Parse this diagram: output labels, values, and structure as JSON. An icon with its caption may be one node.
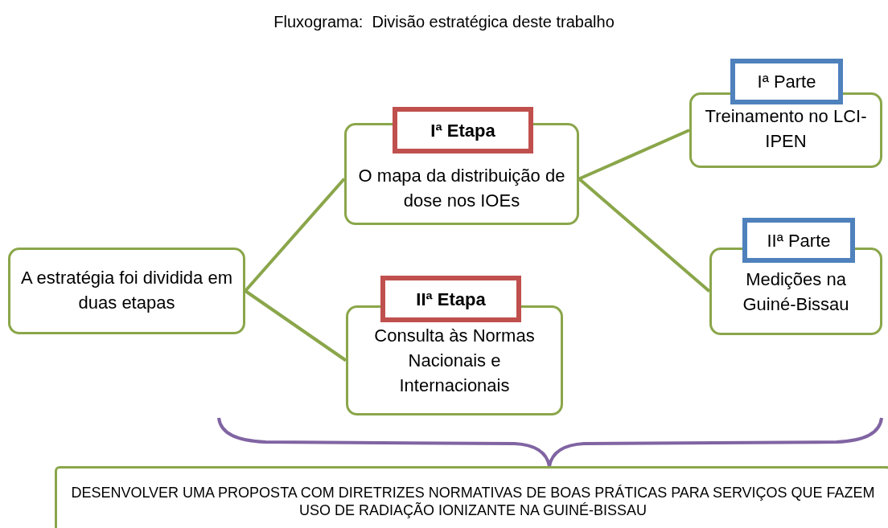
{
  "diagram": {
    "title": "Fluxograma:  Divisão estratégica deste trabalho",
    "nodes": [
      {
        "text": [
          "A estratégia foi dividida em duas etapas"
        ]
      },
      {
        "text": [
          "Iª Etapa",
          "O mapa da distribuição de dose nos IOEs"
        ]
      },
      {
        "text": [
          "IIª Etapa",
          "Consulta  às Normas Nacionais e Internacionais"
        ]
      },
      {
        "text": [
          "Iª Parte",
          "Treinamento  no LCI-IPEN"
        ]
      },
      {
        "text": [
          "IIª Parte",
          "Medições na Guiné-Bissau"
        ]
      },
      {
        "text": [
          "DESENVOLVER UMA PROPOSTA COM DIRETRIZES NORMATIVAS DE BOAS PRÁTICAS PARA SERVIÇOS QUE FAZEM USO DE RADIAÇÃO IONIZANTE NA GUINÉ-BISSAU"
        ]
      }
    ],
    "edges": [
      {
        "from": 0,
        "to": 1,
        "arrow": "none"
      },
      {
        "from": 0,
        "to": 2,
        "arrow": "none"
      },
      {
        "from": 1,
        "to": 3,
        "arrow": "none"
      },
      {
        "from": 1,
        "to": 4,
        "arrow": "none"
      }
    ]
  }
}
